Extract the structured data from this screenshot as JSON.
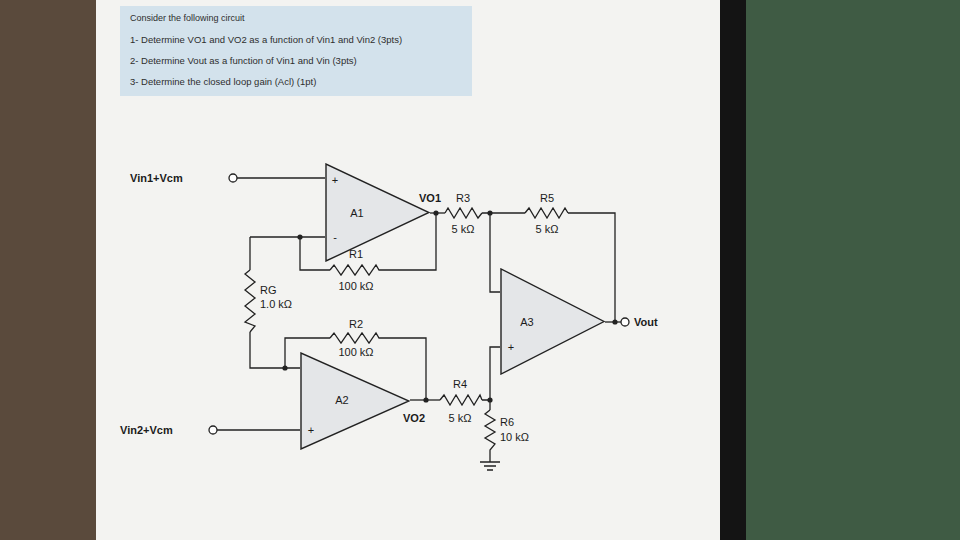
{
  "diagram": {
    "nodes": [
      {
        "text": [
          "Consider the following circuit",
          "1- Determine VO1 and VO2 as a function of Vin1 and Vin2 (3pts)",
          "2- Determine Vout as a function of Vin1 and Vin (3pts)",
          "3- Determine the closed loop gain (Acl) (1pt)"
        ]
      },
      {
        "text": [
          "+",
          "A1",
          "-"
        ]
      },
      {
        "text": [
          "A3",
          "+"
        ]
      },
      {
        "text": [
          "A2",
          "+"
        ]
      }
    ],
    "labels": [
      "Vin1+Vcm",
      "VO1",
      "R3",
      "R5",
      "5 kΩ",
      "5 kΩ",
      "R1",
      "100 kΩ",
      "RG",
      "1.0 kΩ",
      "R2",
      "100 kΩ",
      "Vout",
      "R4",
      "VO2",
      "5 kΩ",
      "R6",
      "10 kΩ",
      "Vin2+Vcm"
    ]
  }
}
